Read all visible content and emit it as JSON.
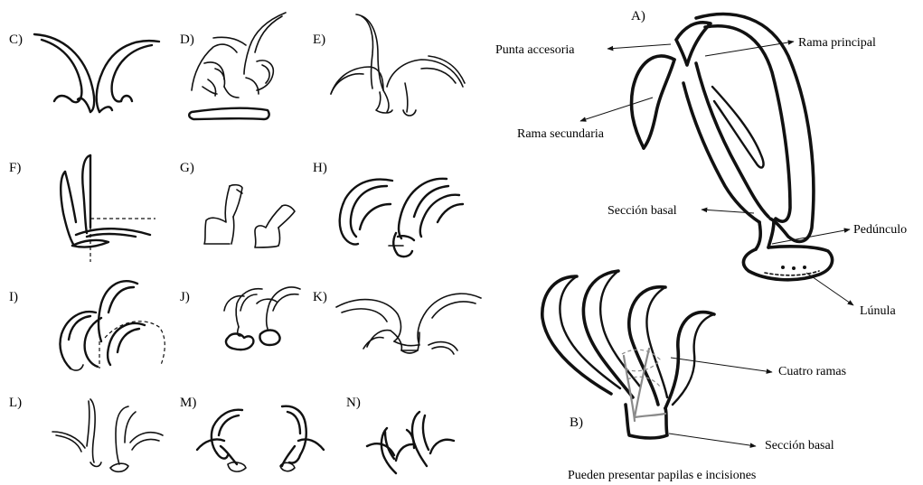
{
  "panels": [
    "A)",
    "B)",
    "C)",
    "D)",
    "E)",
    "F)",
    "G)",
    "H)",
    "I)",
    "J)",
    "K)",
    "L)",
    "M)",
    "N)"
  ],
  "annotations": {
    "punta_accesoria": "Punta accesoria",
    "rama_principal": "Rama principal",
    "rama_secundaria": "Rama secundaria",
    "seccion_basal_a": "Sección basal",
    "pedunculo": "Pedúnculo",
    "lunula": "Lúnula",
    "cuatro_ramas": "Cuatro ramas",
    "seccion_basal_b": "Sección basal",
    "papilas_note": "Pueden presentar papilas e incisiones"
  }
}
